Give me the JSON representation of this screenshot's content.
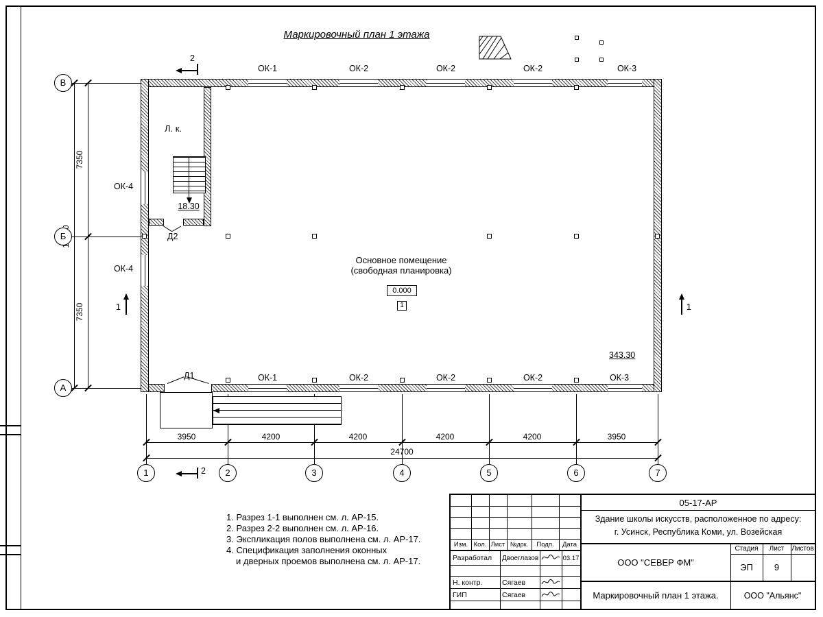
{
  "sheet": {
    "title": "Маркировочный план 1 этажа"
  },
  "plan": {
    "windows_top": [
      "ОК-1",
      "ОК-2",
      "ОК-2",
      "ОК-2",
      "ОК-3"
    ],
    "windows_bottom": [
      "ОК-1",
      "ОК-2",
      "ОК-2",
      "ОК-2",
      "ОК-3"
    ],
    "windows_left": [
      "ОК-4",
      "ОК-4"
    ],
    "door1": "Д1",
    "door2": "Д2",
    "stair_room_label": "Л. к.",
    "stair_mark": "18.30",
    "room_name_line1": "Основное помещение",
    "room_name_line2": "(свободная планировка)",
    "level_mark": "0.000",
    "room_number": "1",
    "area_mark": "343.30",
    "section_1": "1",
    "section_2": "2"
  },
  "axes": {
    "rows": [
      "В",
      "Б",
      "А"
    ],
    "cols": [
      "1",
      "2",
      "3",
      "4",
      "5",
      "6",
      "7"
    ]
  },
  "dims": {
    "left": [
      "7350",
      "7350"
    ],
    "left_total": "14700",
    "bottom": [
      "3950",
      "4200",
      "4200",
      "4200",
      "4200",
      "3950"
    ],
    "bottom_total": "24700"
  },
  "notes": [
    "1. Разрез 1-1 выполнен см. л. АР-15.",
    "2. Разрез 2-2 выполнен см. л. АР-16.",
    "3. Экспликация полов выполнена см. л. АР-17.",
    "4. Спецификация заполнения оконных",
    "и дверных проемов выполнена см. л. АР-17."
  ],
  "titleblock": {
    "doc_number": "05-17-АР",
    "object_line1": "Здание школы искусств, расположенное по адресу:",
    "object_line2": "г. Усинск, Республика Коми, ул. Возейская",
    "header_cols": [
      "Изм.",
      "Кол.",
      "Лист",
      "№док.",
      "Подп.",
      "Дата"
    ],
    "row1_role": "Разработал",
    "row1_name": "Двоеглазов",
    "row1_date": "03.17",
    "row2_role": "Н. контр.",
    "row2_name": "Сягаев",
    "row3_role": "ГИП",
    "row3_name": "Сягаев",
    "company": "ООО \"СЕВЕР ФМ\"",
    "stage_label": "Стадия",
    "sheet_label": "Лист",
    "sheets_label": "Листов",
    "stage": "ЭП",
    "sheet_num": "9",
    "drawing_title": "Маркировочный план 1 этажа.",
    "contractor": "ООО \"Альянс\""
  }
}
